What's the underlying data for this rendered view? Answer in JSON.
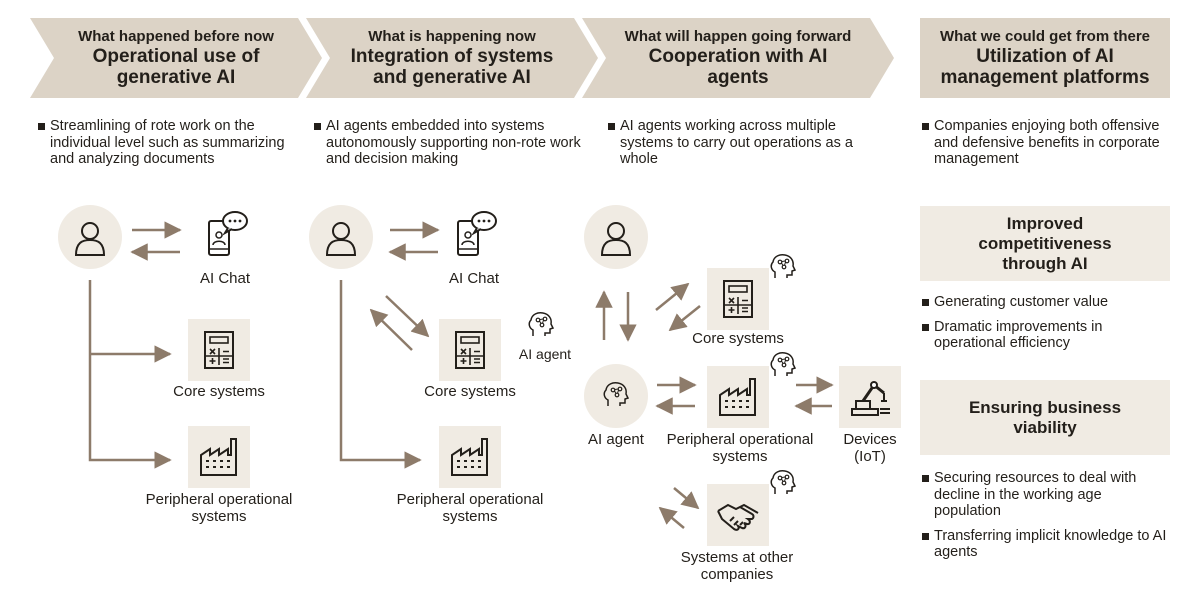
{
  "colors": {
    "chevron": "#dcd3c6",
    "box": "#f0ebe3",
    "arrow": "#8d7b6a",
    "ink": "#231f1a"
  },
  "phases": [
    {
      "sub": "What happened before now",
      "title": "Operational use of generative AI",
      "bullets": [
        "Streamlining of rote work on the individual level such as summarizing and analyzing documents"
      ]
    },
    {
      "sub": "What is happening now",
      "title": "Integration of systems and generative AI",
      "bullets": [
        "AI agents embedded into systems autonomously supporting non-rote work and decision making"
      ]
    },
    {
      "sub": "What will happen going forward",
      "title": "Cooperation with AI agents",
      "bullets": [
        "AI agents working across multiple systems to carry out operations as a whole"
      ]
    },
    {
      "sub": "What we could get from there",
      "title": "Utilization of AI management platforms",
      "bullets": [
        "Companies enjoying both offensive and defensive benefits in corporate management"
      ]
    }
  ],
  "labels": {
    "ai_chat": "AI Chat",
    "core_systems": "Core systems",
    "peripheral": "Peripheral operational systems",
    "ai_agent": "AI agent",
    "devices": "Devices (IoT)",
    "other_companies": "Systems at other companies"
  },
  "benefits": [
    {
      "title": "Improved competitiveness through AI",
      "bullets": [
        "Generating customer value",
        "Dramatic improvements in operational efficiency"
      ]
    },
    {
      "title": "Ensuring business viability",
      "bullets": [
        "Securing resources to deal with decline in the working age population",
        "Transferring implicit knowledge to AI agents"
      ]
    }
  ]
}
